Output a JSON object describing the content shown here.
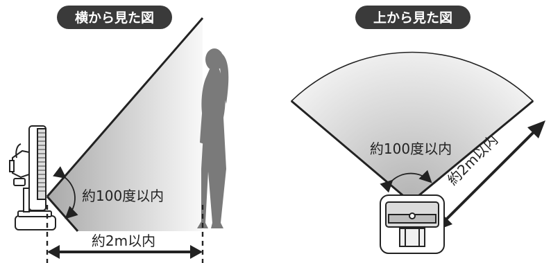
{
  "side_view": {
    "title": "横から見た図",
    "angle_label": "約100度以内",
    "distance_label": "約2m以内"
  },
  "top_view": {
    "title": "上から見た図",
    "angle_label": "約100度以内",
    "distance_label": "約2m以内"
  },
  "colors": {
    "pill": "#3a3a3a",
    "zone_light": "#f6f6f6",
    "zone_dark": "#bdbdbd",
    "person": "#7a7a7a",
    "line": "#222222"
  }
}
